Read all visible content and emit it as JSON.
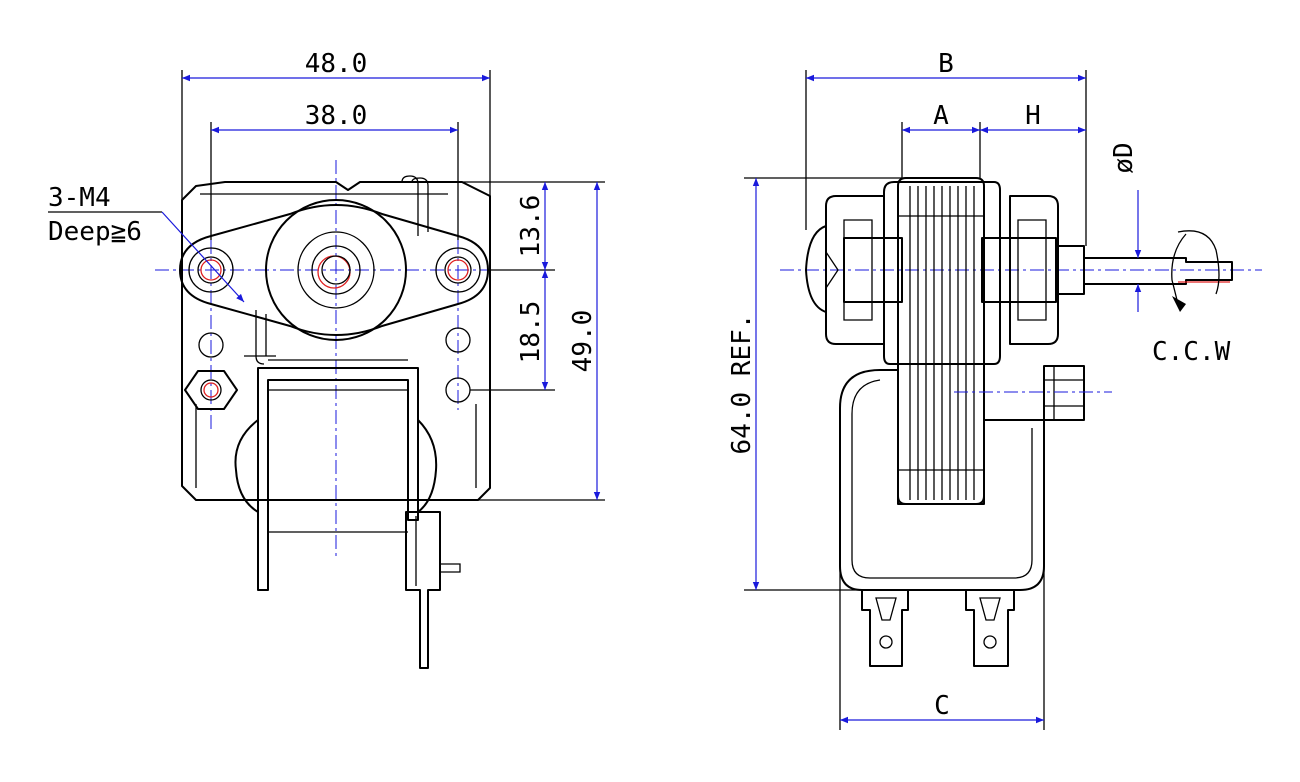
{
  "front_view": {
    "dim_overall_width": "48.0",
    "dim_hole_spacing": "38.0",
    "dim_top_to_center": "13.6",
    "dim_center_to_hole": "18.5",
    "dim_overall_height": "49.0",
    "note_thread": "3-M4",
    "note_depth": "Deep≧6"
  },
  "side_view": {
    "dim_total_length": "B",
    "dim_stack": "A",
    "dim_shaft_offset": "H",
    "dim_shaft_diameter": "øD",
    "dim_height": "64.0 REF.",
    "dim_base_width": "C",
    "rotation": "C.C.W"
  },
  "colors": {
    "outline": "#000000",
    "dimension": "#1a1adc",
    "highlight": "#e02020",
    "background": "#ffffff"
  }
}
